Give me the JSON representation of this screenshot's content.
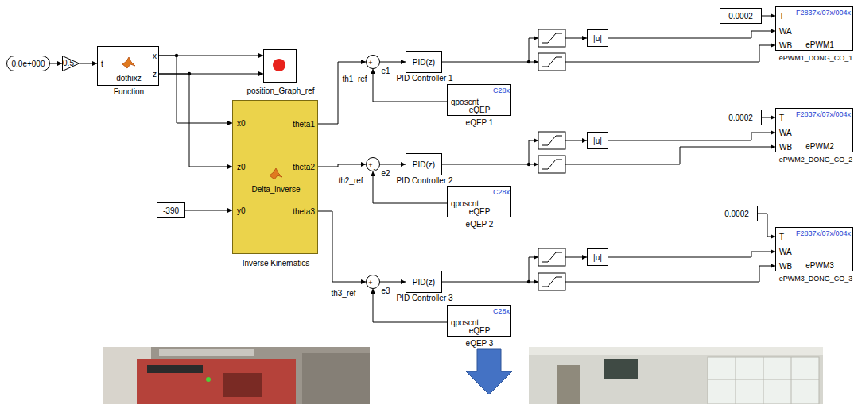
{
  "diagram": {
    "nodes": [
      {
        "text": [
          "0.0e+000"
        ]
      },
      {
        "text": [
          "0.5"
        ]
      },
      {
        "text": [
          "t",
          "x",
          "z",
          "dothixz",
          "Function"
        ]
      },
      {
        "text": [
          "position_Graph_ref"
        ]
      },
      {
        "text": [
          "x0",
          "z0",
          "y0",
          "Delta_inverse",
          "theta1",
          "theta2",
          "theta3",
          "Inverse Kinematics"
        ]
      },
      {
        "text": [
          "-390"
        ]
      },
      {
        "text": [
          "+",
          "-"
        ]
      },
      {
        "text": [
          "PID(z)",
          "PID Controller 1"
        ]
      },
      {
        "text": [
          "C28x",
          "qposcnt",
          "eQEP",
          "eQEP 1"
        ]
      },
      {
        "text": [
          "|u|"
        ]
      },
      {
        "text": [
          "0.0002"
        ]
      },
      {
        "text": [
          "F2837x/07x/004x",
          "T",
          "WA",
          "WB",
          "ePWM1",
          "ePWM1_DONG_CO_1"
        ]
      },
      {
        "text": [
          "+",
          "-"
        ]
      },
      {
        "text": [
          "PID(z)",
          "PID Controller 2"
        ]
      },
      {
        "text": [
          "C28x",
          "qposcnt",
          "eQEP",
          "eQEP 2"
        ]
      },
      {
        "text": [
          "|u|"
        ]
      },
      {
        "text": [
          "0.0002"
        ]
      },
      {
        "text": [
          "F2837x/07x/004x",
          "T",
          "WA",
          "WB",
          "ePWM2",
          "ePWM2_DONG_CO_2"
        ]
      },
      {
        "text": [
          "+",
          "-"
        ]
      },
      {
        "text": [
          "PID(z)",
          "PID Controller 3"
        ]
      },
      {
        "text": [
          "C28x",
          "qposcnt",
          "eQEP",
          "eQEP 3"
        ]
      },
      {
        "text": [
          "|u|"
        ]
      },
      {
        "text": [
          "0.0002"
        ]
      },
      {
        "text": [
          "F2837x/07x/004x",
          "T",
          "WA",
          "WB",
          "ePWM3",
          "ePWM3_DONG_CO_3"
        ]
      }
    ],
    "edges": [
      {
        "from": 0,
        "to": 1,
        "arrow": "to"
      },
      {
        "from": 1,
        "to": 2,
        "arrow": "to"
      },
      {
        "from": 2,
        "to": 3,
        "arrow": "to"
      },
      {
        "from": 2,
        "to": 3,
        "arrow": "to"
      },
      {
        "from": 2,
        "to": 4,
        "arrow": "to"
      },
      {
        "from": 2,
        "to": 4,
        "arrow": "to"
      },
      {
        "from": 5,
        "to": 4,
        "arrow": "to"
      },
      {
        "from": 4,
        "to": 6,
        "label": "th1_ref",
        "arrow": "to"
      },
      {
        "from": 6,
        "to": 7,
        "label": "e1",
        "arrow": "to"
      },
      {
        "from": 8,
        "to": 6,
        "arrow": "to"
      },
      {
        "from": 9,
        "to": 11,
        "arrow": "to"
      },
      {
        "from": 10,
        "to": 11,
        "arrow": "to"
      },
      {
        "from": 4,
        "to": 12,
        "label": "th2_ref",
        "arrow": "to"
      },
      {
        "from": 12,
        "to": 13,
        "label": "e2",
        "arrow": "to"
      },
      {
        "from": 14,
        "to": 12,
        "arrow": "to"
      },
      {
        "from": 15,
        "to": 17,
        "arrow": "to"
      },
      {
        "from": 16,
        "to": 17,
        "arrow": "to"
      },
      {
        "from": 4,
        "to": 18,
        "label": "th3_ref",
        "arrow": "to"
      },
      {
        "from": 18,
        "to": 19,
        "label": "e3",
        "arrow": "to"
      },
      {
        "from": 20,
        "to": 18,
        "arrow": "to"
      },
      {
        "from": 21,
        "to": 23,
        "arrow": "to"
      },
      {
        "from": 22,
        "to": 23,
        "arrow": "to"
      }
    ]
  }
}
